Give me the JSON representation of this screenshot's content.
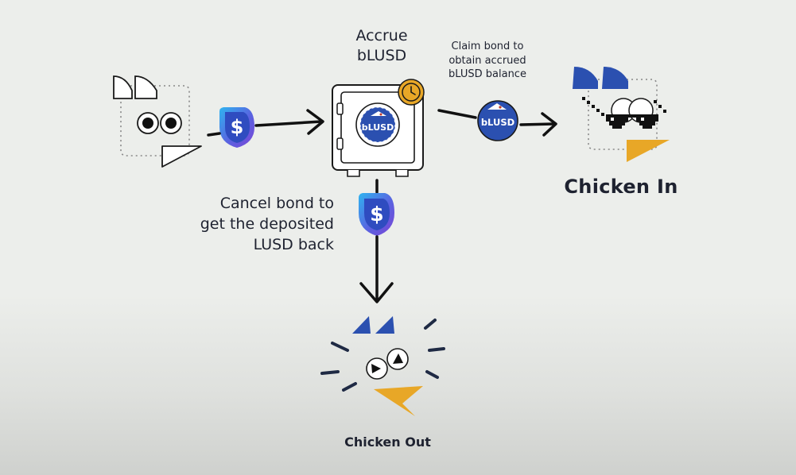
{
  "diagram": {
    "accrue_label": [
      "Accrue",
      "bLUSD"
    ],
    "claim_label": [
      "Claim bond to",
      "obtain accrued",
      "bLUSD balance"
    ],
    "cancel_label": [
      "Cancel bond to",
      "get the deposited",
      "LUSD back"
    ],
    "chicken_in_label": "Chicken In",
    "chicken_out_label": "Chicken Out",
    "vault_token_text": "bLUSD",
    "claimed_token_text": "bLUSD",
    "deposit_token_symbol": "$",
    "cancel_token_symbol": "$"
  },
  "colors": {
    "background": "#eceeeb",
    "navy": "#1f3a8a",
    "blue": "#2b50b0",
    "gold": "#e8a727",
    "purple": "#6a4bd6",
    "ink": "#111111"
  },
  "icons": [
    "chicken-icon",
    "lusd-token-icon",
    "vault-icon",
    "clock-icon",
    "blusd-token-icon",
    "pixel-sunglasses-icon",
    "chicken-out-icon",
    "arrow-icon"
  ]
}
